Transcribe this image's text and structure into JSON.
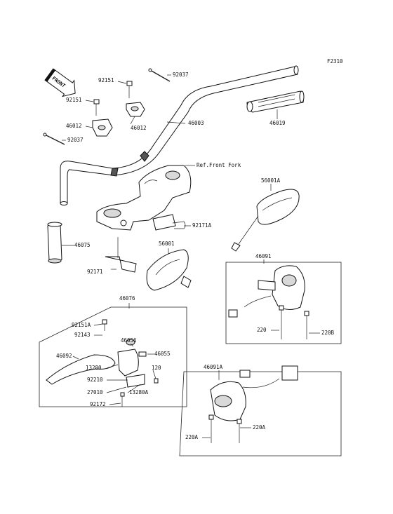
{
  "diagram_code": "F2310",
  "front_badge": "FRONT",
  "ref_text": "Ref.Front Fork",
  "labels": {
    "p92037a": "92037",
    "p92151a": "92151",
    "p92151b": "92151",
    "p46012a": "46012",
    "p46012b": "46012",
    "p92037b": "92037",
    "p46003": "46003",
    "p46019": "46019",
    "p56001A": "56001A",
    "p92171A": "92171A",
    "p46075": "46075",
    "p56001": "56001",
    "p92171": "92171",
    "p46091": "46091",
    "p220a": "220",
    "p220B": "220B",
    "p46076": "46076",
    "p92151A": "92151A",
    "p92143": "92143",
    "p46056": "46056",
    "p46055": "46055",
    "p46092": "46092",
    "p13280": "13280",
    "p120": "120",
    "p92210": "92210",
    "p27010": "27010",
    "p13280A": "13280A",
    "p92172": "92172",
    "p46091A": "46091A",
    "p220A_1": "220A",
    "p220A_2": "220A"
  }
}
